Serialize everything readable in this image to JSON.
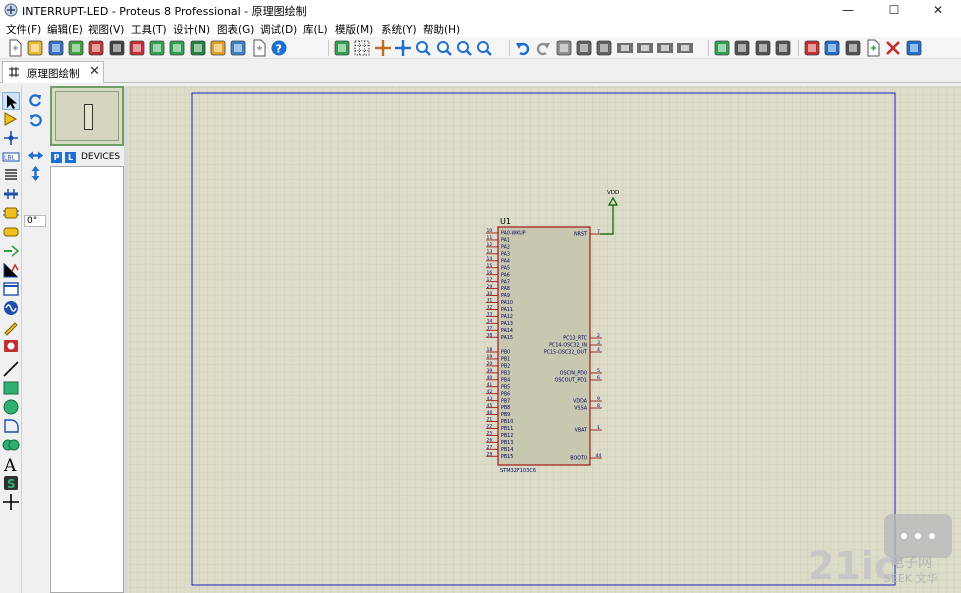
{
  "window": {
    "title": "INTERRUPT-LED - Proteus 8 Professional - 原理图绘制",
    "minimize_glyph": "—",
    "maximize_glyph": "☐",
    "close_glyph": "✕"
  },
  "menu": [
    {
      "label": "文件(F)"
    },
    {
      "label": "编辑(E)"
    },
    {
      "label": "视图(V)"
    },
    {
      "label": "工具(T)"
    },
    {
      "label": "设计(N)"
    },
    {
      "label": "图表(G)"
    },
    {
      "label": "调试(D)"
    },
    {
      "label": "库(L)"
    },
    {
      "label": "模版(M)"
    },
    {
      "label": "系统(Y)"
    },
    {
      "label": "帮助(H)"
    }
  ],
  "toolbar_icons": [
    "new-file-icon",
    "open-folder-icon",
    "save-icon",
    "import-icon",
    "home-icon",
    "netlist-icon",
    "chip-icon",
    "back-icon",
    "search-library-icon",
    "bom-icon",
    "cost-icon",
    "pcb-icon",
    "document-icon",
    "help-icon",
    "refresh-icon",
    "grid-icon",
    "origin-icon",
    "pan-icon",
    "zoom-in-icon",
    "zoom-out-icon",
    "zoom-all-icon",
    "zoom-area-icon",
    "undo-icon",
    "redo-icon",
    "cut-icon",
    "copy-icon",
    "paste-icon",
    "block-copy-icon",
    "block-move-icon",
    "block-rotate-icon",
    "block-delete-icon",
    "pick-device-icon",
    "make-device-icon",
    "package-tool-icon",
    "decompose-icon",
    "wire-autorouter-icon",
    "search-tag-icon",
    "property-tool-icon",
    "new-sheet-icon",
    "remove-sheet-icon",
    "exit-parent-icon"
  ],
  "tab": {
    "label": "原理图绘制",
    "close_glyph": "✕"
  },
  "left_tools": [
    "select-arrow-icon",
    "component-icon",
    "junction-icon",
    "wire-label-icon",
    "text-script-icon",
    "bus-icon",
    "subcircuit-icon",
    "terminal-icon",
    "device-pin-icon",
    "graph-icon",
    "tape-icon",
    "generator-icon",
    "probe-voltage-icon",
    "virtual-instrument-icon",
    "line-icon",
    "box-icon",
    "circle-icon",
    "arc-icon",
    "path-icon",
    "text-icon",
    "symbol-icon",
    "marker-icon"
  ],
  "rotation": {
    "angle": "0°"
  },
  "devices": {
    "p_label": "P",
    "l_label": "L",
    "header": "DEVICES"
  },
  "schematic": {
    "designator": "U1",
    "part_name": "STM32F103C6",
    "power_label": "VDD",
    "left_pins": [
      {
        "num": "10",
        "name": "PA0-WKUP"
      },
      {
        "num": "11",
        "name": "PA1"
      },
      {
        "num": "12",
        "name": "PA2"
      },
      {
        "num": "13",
        "name": "PA3"
      },
      {
        "num": "14",
        "name": "PA4"
      },
      {
        "num": "15",
        "name": "PA5"
      },
      {
        "num": "16",
        "name": "PA6"
      },
      {
        "num": "17",
        "name": "PA7"
      },
      {
        "num": "29",
        "name": "PA8"
      },
      {
        "num": "30",
        "name": "PA9"
      },
      {
        "num": "31",
        "name": "PA10"
      },
      {
        "num": "32",
        "name": "PA11"
      },
      {
        "num": "33",
        "name": "PA12"
      },
      {
        "num": "34",
        "name": "PA13"
      },
      {
        "num": "37",
        "name": "PA14"
      },
      {
        "num": "38",
        "name": "PA15"
      },
      {
        "num": "18",
        "name": "PB0"
      },
      {
        "num": "19",
        "name": "PB1"
      },
      {
        "num": "20",
        "name": "PB2"
      },
      {
        "num": "39",
        "name": "PB3"
      },
      {
        "num": "40",
        "name": "PB4"
      },
      {
        "num": "41",
        "name": "PB5"
      },
      {
        "num": "42",
        "name": "PB6"
      },
      {
        "num": "43",
        "name": "PB7"
      },
      {
        "num": "45",
        "name": "PB8"
      },
      {
        "num": "46",
        "name": "PB9"
      },
      {
        "num": "21",
        "name": "PB10"
      },
      {
        "num": "22",
        "name": "PB11"
      },
      {
        "num": "25",
        "name": "PB12"
      },
      {
        "num": "26",
        "name": "PB13"
      },
      {
        "num": "27",
        "name": "PB14"
      },
      {
        "num": "28",
        "name": "PB15"
      }
    ],
    "right_pins": [
      {
        "num": "7",
        "name": "NRST"
      },
      {
        "num": "2",
        "name": "PC13_RTC"
      },
      {
        "num": "3",
        "name": "PC14-OSC32_IN"
      },
      {
        "num": "4",
        "name": "PC15-OSC32_OUT"
      },
      {
        "num": "5",
        "name": "OSCIN_PD0"
      },
      {
        "num": "6",
        "name": "OSCOUT_PD1"
      },
      {
        "num": "9",
        "name": "VDDA"
      },
      {
        "num": "8",
        "name": "VSSA"
      },
      {
        "num": "1",
        "name": "VBAT"
      },
      {
        "num": "44",
        "name": "BOOT0"
      }
    ]
  },
  "watermark": {
    "logo": "21ic",
    "line1": "电子网",
    "line2": "SEEK 文华"
  },
  "colors": {
    "canvas_bg": "#dcdcc8",
    "grid_line": "#c4c4b0",
    "sheet_border": "#2020c8",
    "chip_fill": "#c8c8b0",
    "chip_border": "#a01818",
    "pin_text": "#000066",
    "wire": "#006000",
    "toolbar_blue": "#1e6fce"
  }
}
